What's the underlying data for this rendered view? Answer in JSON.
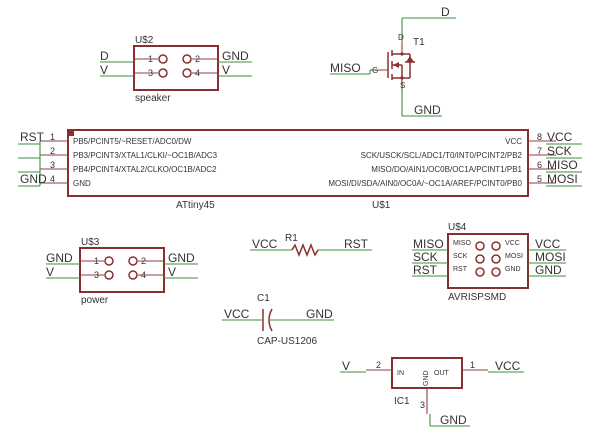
{
  "speaker": {
    "name": "U$2",
    "value": "speaker",
    "pins": [
      "1",
      "2",
      "3",
      "4"
    ],
    "nets": {
      "left_top": "D",
      "left_bottom": "V",
      "right_top": "GND",
      "right_bottom": "V"
    }
  },
  "transistor": {
    "name": "T1",
    "gate_net": "MISO",
    "drain_net": "D",
    "source_net": "GND",
    "pin_d": "D",
    "pin_g": "G",
    "pin_s": "S"
  },
  "mcu": {
    "name": "U$1",
    "value": "ATtiny45",
    "left_pins": [
      {
        "net": "RST",
        "num": "1",
        "label": "PB5/PCINT5/~RESET/ADC0/DW"
      },
      {
        "net": "",
        "num": "2",
        "label": "PB3/PCINT3/XTAL1/CLKI/~OC1B/ADC3"
      },
      {
        "net": "",
        "num": "3",
        "label": "PB4/PCINT4/XTAL2/CLKO/OC1B/ADC2"
      },
      {
        "net": "GND",
        "num": "4",
        "label": "GND"
      }
    ],
    "right_pins": [
      {
        "net": "VCC",
        "num": "8",
        "label": "VCC"
      },
      {
        "net": "SCK",
        "num": "7",
        "label": "SCK/USCK/SCL/ADC1/T0/INT0/PCINT2/PB2"
      },
      {
        "net": "MISO",
        "num": "6",
        "label": "MISO/DO/AIN1/OC0B/OC1A/PCINT1/PB1"
      },
      {
        "net": "MOSI",
        "num": "5",
        "label": "MOSI/DI/SDA/AIN0/OC0A/~OC1A/AREF/PCINT0/PB0"
      }
    ]
  },
  "power": {
    "name": "U$3",
    "value": "power",
    "pins": [
      "1",
      "2",
      "3",
      "4"
    ],
    "nets": {
      "left_top": "GND",
      "left_bottom": "V",
      "right_top": "GND",
      "right_bottom": "V"
    }
  },
  "resistor": {
    "name": "R1",
    "left_net": "VCC",
    "right_net": "RST"
  },
  "avr": {
    "name": "U$4",
    "value": "AVRISPSMD",
    "left_nets": [
      "MISO",
      "SCK",
      "RST"
    ],
    "right_nets": [
      "VCC",
      "MOSI",
      "GND"
    ],
    "left_pins": [
      "MISO",
      "SCK",
      "RST"
    ],
    "right_pins": [
      "VCC",
      "MOSI",
      "GND"
    ]
  },
  "capacitor": {
    "name": "C1",
    "value": "CAP-US1206",
    "left_net": "VCC",
    "right_net": "GND"
  },
  "regulator": {
    "name": "IC1",
    "in_label": "IN",
    "out_label": "OUT",
    "gnd_label": "GND",
    "in_num": "2",
    "out_num": "1",
    "gnd_num": "3",
    "in_net": "V",
    "out_net": "VCC",
    "gnd_net": "GND"
  }
}
